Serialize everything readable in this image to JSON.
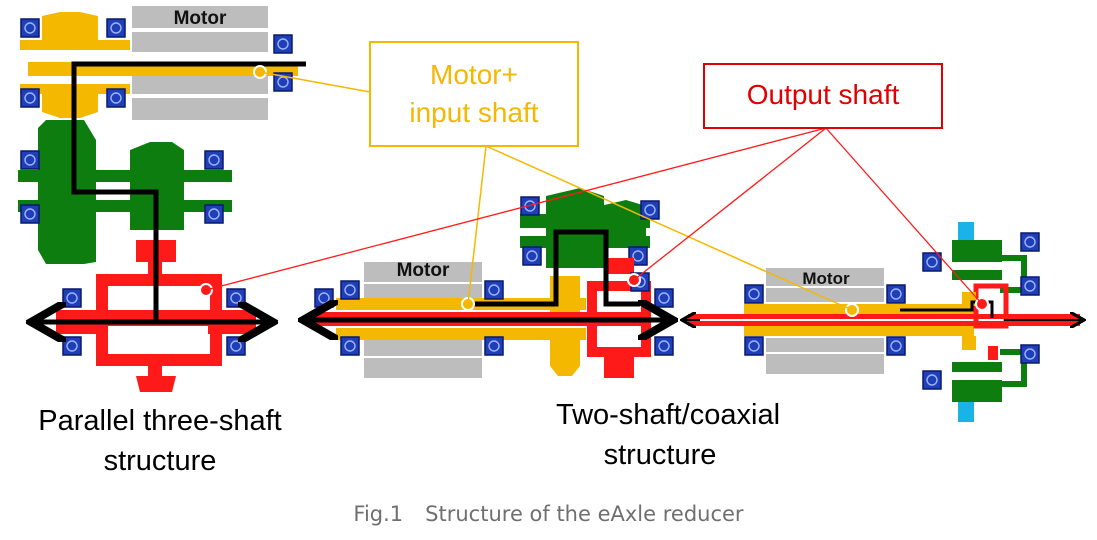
{
  "labels": {
    "motor": "Motor",
    "motor_input_line1": "Motor+",
    "motor_input_line2": "input shaft",
    "output_shaft": "Output shaft",
    "parallel_line1": "Parallel three-shaft",
    "parallel_line2": "structure",
    "two_shaft_line1": "Two-shaft/coaxial",
    "two_shaft_line2": "structure"
  },
  "caption": {
    "fig_number": "Fig.1",
    "title": "Structure of the eAxle reducer"
  },
  "colors": {
    "motor_input": "#f5b800",
    "output": "#ff1a1a",
    "gear_green": "#0e7d10",
    "bearing_blue": "#1f3fb8",
    "motor_gray": "#b8b8b8",
    "bearing_cyan": "#1ab3e8"
  }
}
